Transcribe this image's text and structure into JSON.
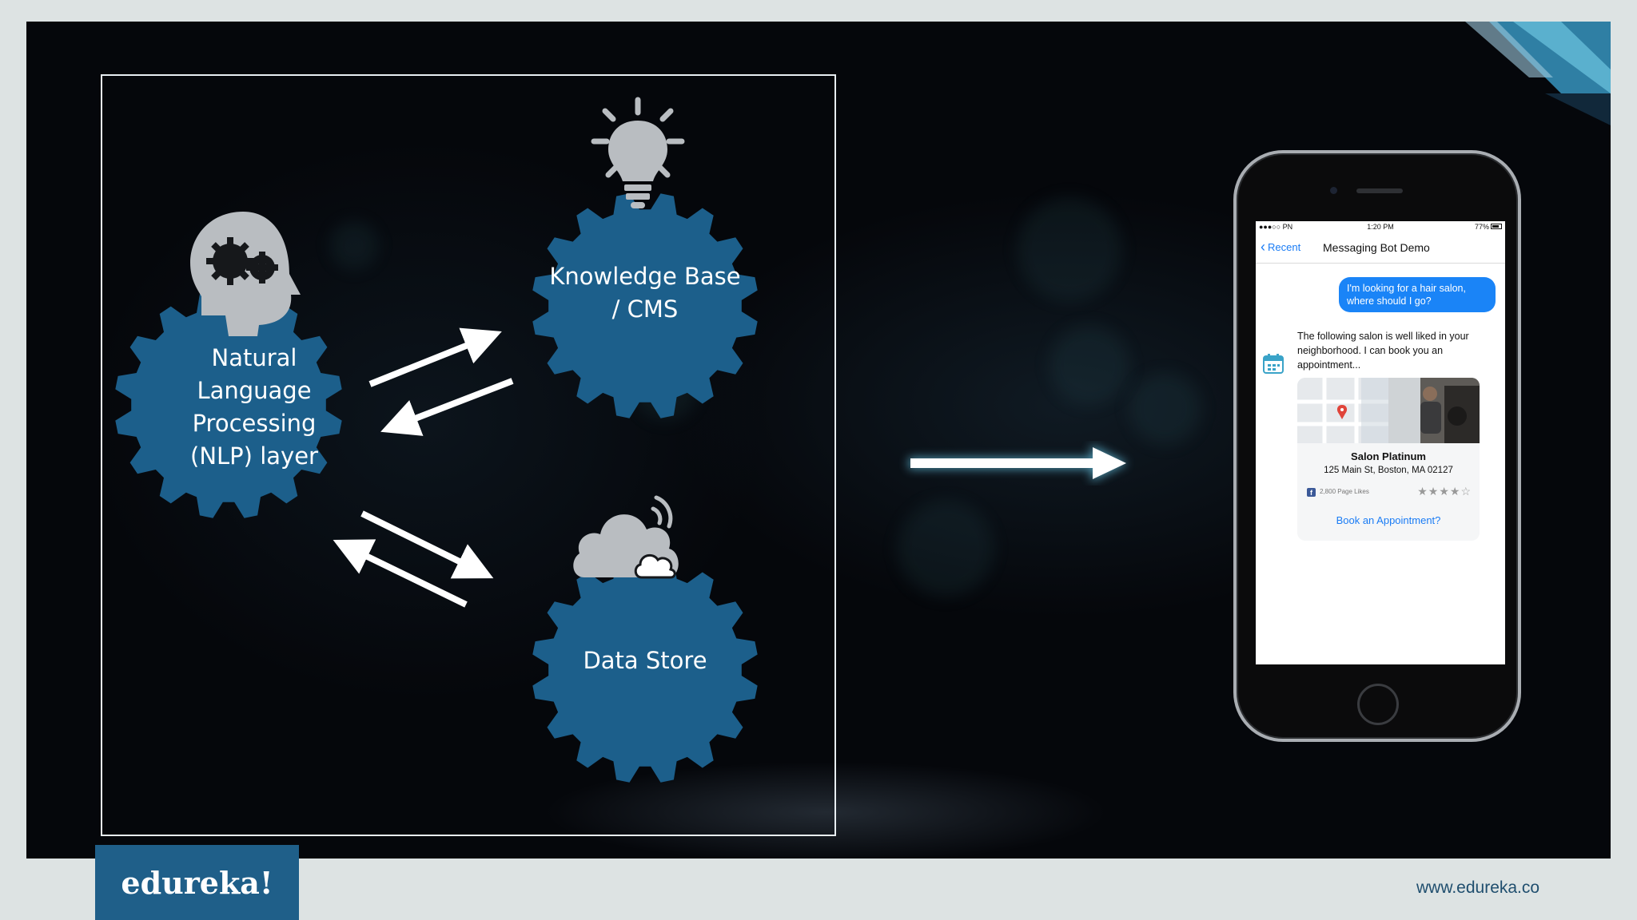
{
  "diagram": {
    "nodes": {
      "nlp": {
        "label": "Natural Language Processing (NLP) layer",
        "icon": "head-gears-icon"
      },
      "knowledge": {
        "label": "Knowledge Base / CMS",
        "icon": "lightbulb-icon"
      },
      "datastore": {
        "label": "Data Store",
        "icon": "cloud-icon"
      }
    },
    "colors": {
      "gear": "#1c5f8b",
      "icon_gray": "#b9bdc1",
      "arrow": "#ffffff",
      "frame": "#e8eef2"
    }
  },
  "phone": {
    "status": {
      "carrier": "●●●○○ PN",
      "time": "1:20 PM",
      "battery": "77%",
      "battery_level": 0.77
    },
    "nav": {
      "back_label": "Recent",
      "title": "Messaging Bot Demo"
    },
    "user_message": "I'm looking for a hair salon, where should I go?",
    "bot_message": "The following salon is well liked in your neighborhood. I can book you an appointment...",
    "card": {
      "title": "Salon Platinum",
      "address": "125 Main St, Boston, MA 02127",
      "likes": "2,800 Page Likes",
      "stars": "★★★★☆",
      "action": "Book an Appointment?"
    }
  },
  "footer": {
    "logo": "edureka!",
    "url": "www.edureka.co"
  }
}
